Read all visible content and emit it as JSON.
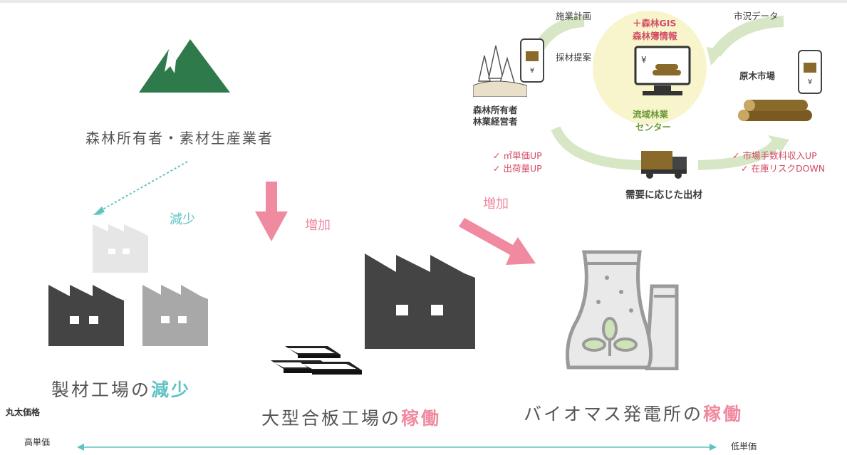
{
  "colors": {
    "mountain": "#2f7a4a",
    "pink_arrow": "#f08aa0",
    "teal": "#5ec3c2",
    "factory_dark": "#444444",
    "factory_mid": "#a8a8a8",
    "factory_light": "#e6e6e6",
    "inset_green": "#6b9a3a",
    "inset_red": "#d24a63"
  },
  "icons": [
    "mountain-icon",
    "factory-icon",
    "plywood-stack-icon",
    "power-plant-icon",
    "forest-icon",
    "smartphone-icon",
    "monitor-icon",
    "truck-icon",
    "log-pile-icon"
  ],
  "main": {
    "forest_owner": "森林所有者・素材生産業者",
    "sawmill_label_a": "製材工場の",
    "sawmill_label_b": "減少",
    "plywood_label_a": "大型合板工場の",
    "plywood_label_b": "稼働",
    "biomass_label_a": "バイオマス発電所の",
    "biomass_label_b": "稼働",
    "decrease": "減少",
    "increase_center": "増加",
    "increase_right": "増加"
  },
  "price_scale": {
    "title": "丸太価格",
    "high": "高単価",
    "low": "低単価"
  },
  "inset": {
    "plan": "施業計画",
    "center_top_1": "＋森林GIS",
    "center_top_2": "森林簿情報",
    "market_data": "市況データ",
    "proposal": "採材提案",
    "log_market": "原木市場",
    "owner_1": "森林所有者",
    "owner_2": "林業経営者",
    "center_1": "流域林業",
    "center_2": "センター",
    "benefit_left_1": "✓ ㎥単価UP",
    "benefit_left_2": "✓ 出荷量UP",
    "benefit_right_1": "✓ 市場手数料収入UP",
    "benefit_right_2": "✓ 在庫リスクDOWN",
    "shipment": "需要に応じた出材"
  }
}
